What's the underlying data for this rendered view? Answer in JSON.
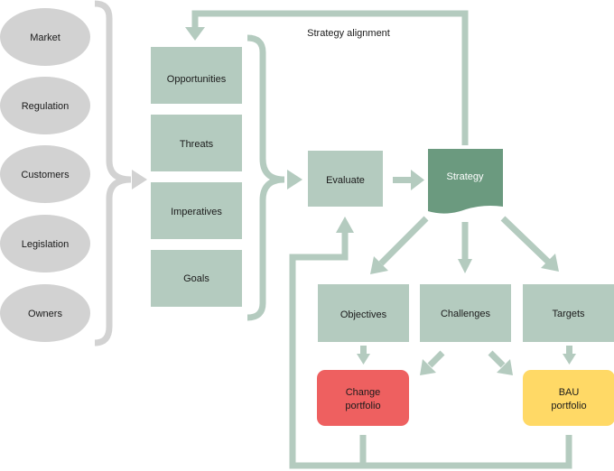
{
  "colors": {
    "ellipse": "#d2d2d2",
    "box": "#b4cbbf",
    "arrow": "#b4cbbf",
    "brace": "#d2d2d2",
    "strategy": "#6b9a7f",
    "change": "#ee6060",
    "bau": "#ffd966"
  },
  "inputs": {
    "market": "Market",
    "regulation": "Regulation",
    "customers": "Customers",
    "legislation": "Legislation",
    "owners": "Owners"
  },
  "analysis": {
    "opportunities": "Opportunities",
    "threats": "Threats",
    "imperatives": "Imperatives",
    "goals": "Goals"
  },
  "evaluate": "Evaluate",
  "strategy": "Strategy",
  "strategy_alignment": "Strategy alignment",
  "outputs": {
    "objectives": "Objectives",
    "challenges": "Challenges",
    "targets": "Targets"
  },
  "portfolios": {
    "change_line1": "Change",
    "change_line2": "portfolio",
    "bau_line1": "BAU",
    "bau_line2": "portfolio"
  }
}
